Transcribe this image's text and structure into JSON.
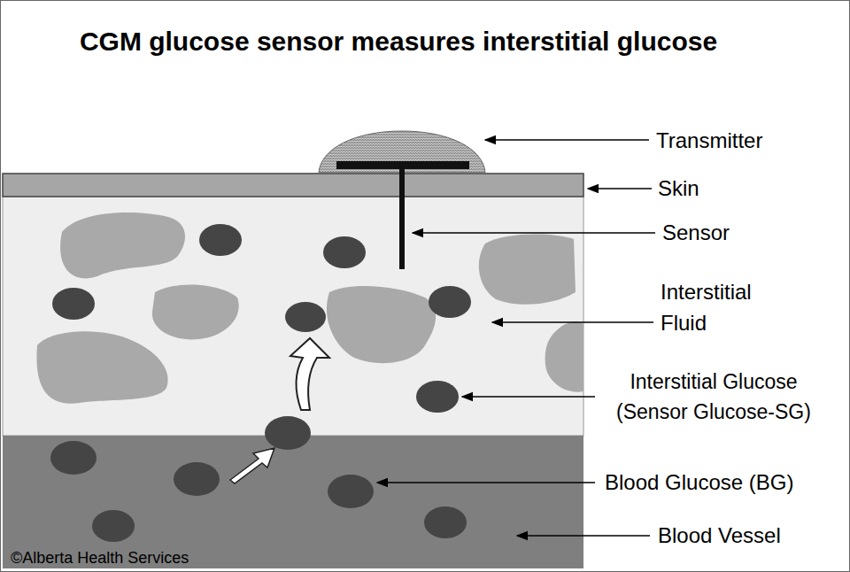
{
  "diagram": {
    "title": "CGM glucose sensor measures interstitial glucose",
    "labels": [
      "Transmitter",
      "Skin",
      "Sensor",
      "Interstitial Fluid",
      "Interstitial Glucose (Sensor Glucose-SG)",
      "Blood Glucose (BG)",
      "Blood Vessel",
      "©Alberta Health Services"
    ]
  }
}
